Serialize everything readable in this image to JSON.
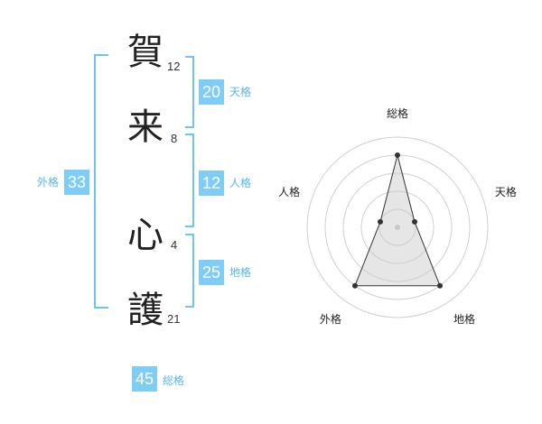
{
  "name_chars": [
    {
      "char": "賀",
      "strokes": "12"
    },
    {
      "char": "来",
      "strokes": "8"
    },
    {
      "char": "心",
      "strokes": "4"
    },
    {
      "char": "護",
      "strokes": "21"
    }
  ],
  "kakusu": {
    "tenkaku": {
      "value": "20",
      "label": "天格"
    },
    "jinkaku": {
      "value": "12",
      "label": "人格"
    },
    "chikaku": {
      "value": "25",
      "label": "地格"
    },
    "gaikaku": {
      "value": "33",
      "label": "外格"
    },
    "soukaku": {
      "value": "45",
      "label": "総格"
    }
  },
  "colors": {
    "accent": "#7fcdf7",
    "bracket": "#6ec3f3",
    "label": "#55b7ee"
  },
  "chart_data": {
    "type": "radar",
    "axes": [
      "総格",
      "天格",
      "地格",
      "外格",
      "人格"
    ],
    "values": [
      4,
      1,
      4,
      4,
      1
    ],
    "rmax": 5,
    "rings": 5
  }
}
